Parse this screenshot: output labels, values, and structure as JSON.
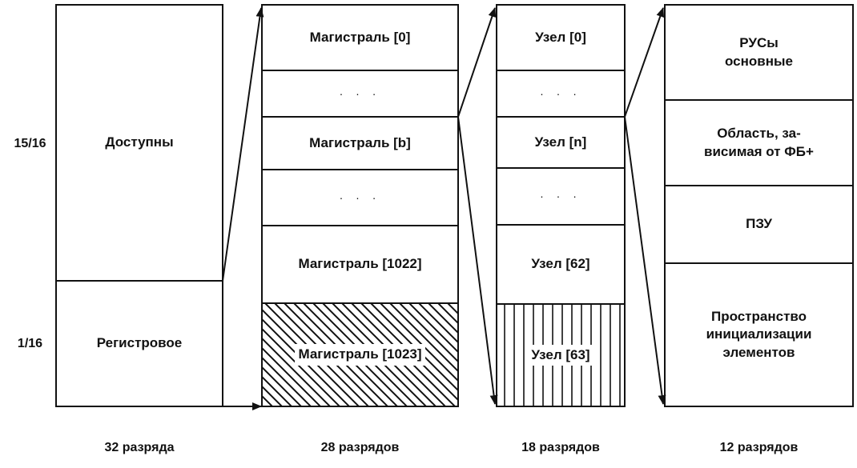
{
  "side_labels": {
    "upper": "15/16",
    "lower": "1/16"
  },
  "columns": [
    {
      "blocks": [
        "Доступны",
        "Регистровое"
      ],
      "caption": "32 разряда"
    },
    {
      "blocks": [
        "Магистраль [0]",
        "· · ·",
        "Магистраль [b]",
        "· · ·",
        "Магистраль [1022]",
        "Магистраль [1023]"
      ],
      "caption": "28 разрядов"
    },
    {
      "blocks": [
        "Узел [0]",
        "· · ·",
        "Узел [n]",
        "· · ·",
        "Узел [62]",
        "Узел [63]"
      ],
      "caption": "18 разрядов"
    },
    {
      "blocks": [
        "РУСы\nосновные",
        "Область, за-\nвисимая от ФБ+",
        "ПЗУ",
        "Пространство\nинициализации\nэлементов"
      ],
      "caption": "12 разрядов"
    }
  ],
  "fills": {
    "col2_last": "diagonal-hatch",
    "col3_last": "vertical-hatch"
  }
}
